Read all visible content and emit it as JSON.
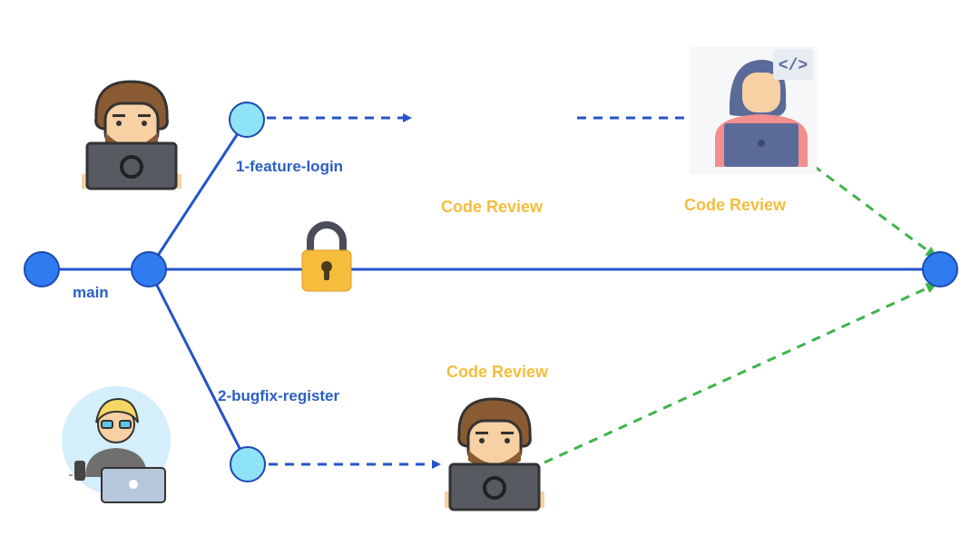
{
  "branches": {
    "main": "main",
    "feature": "1-feature-login",
    "bugfix": "2-bugfix-register"
  },
  "labels": {
    "review_top_center": "Code Review",
    "review_top_right": "Code Review",
    "review_bottom": "Code Review",
    "code_tag": "</>"
  },
  "colors": {
    "node_fill": "#2f7cf0",
    "node_light_fill": "#8ee3f6",
    "branch_line": "#2454c8",
    "merge_arrow": "#3db54a",
    "label_blue": "#2a5fc4",
    "label_orange": "#f6bd3c",
    "lock": "#f6bd3c"
  },
  "icons": [
    "developer-avatar-icon",
    "reviewer-avatar-icon",
    "lock-icon",
    "code-tag-icon"
  ]
}
